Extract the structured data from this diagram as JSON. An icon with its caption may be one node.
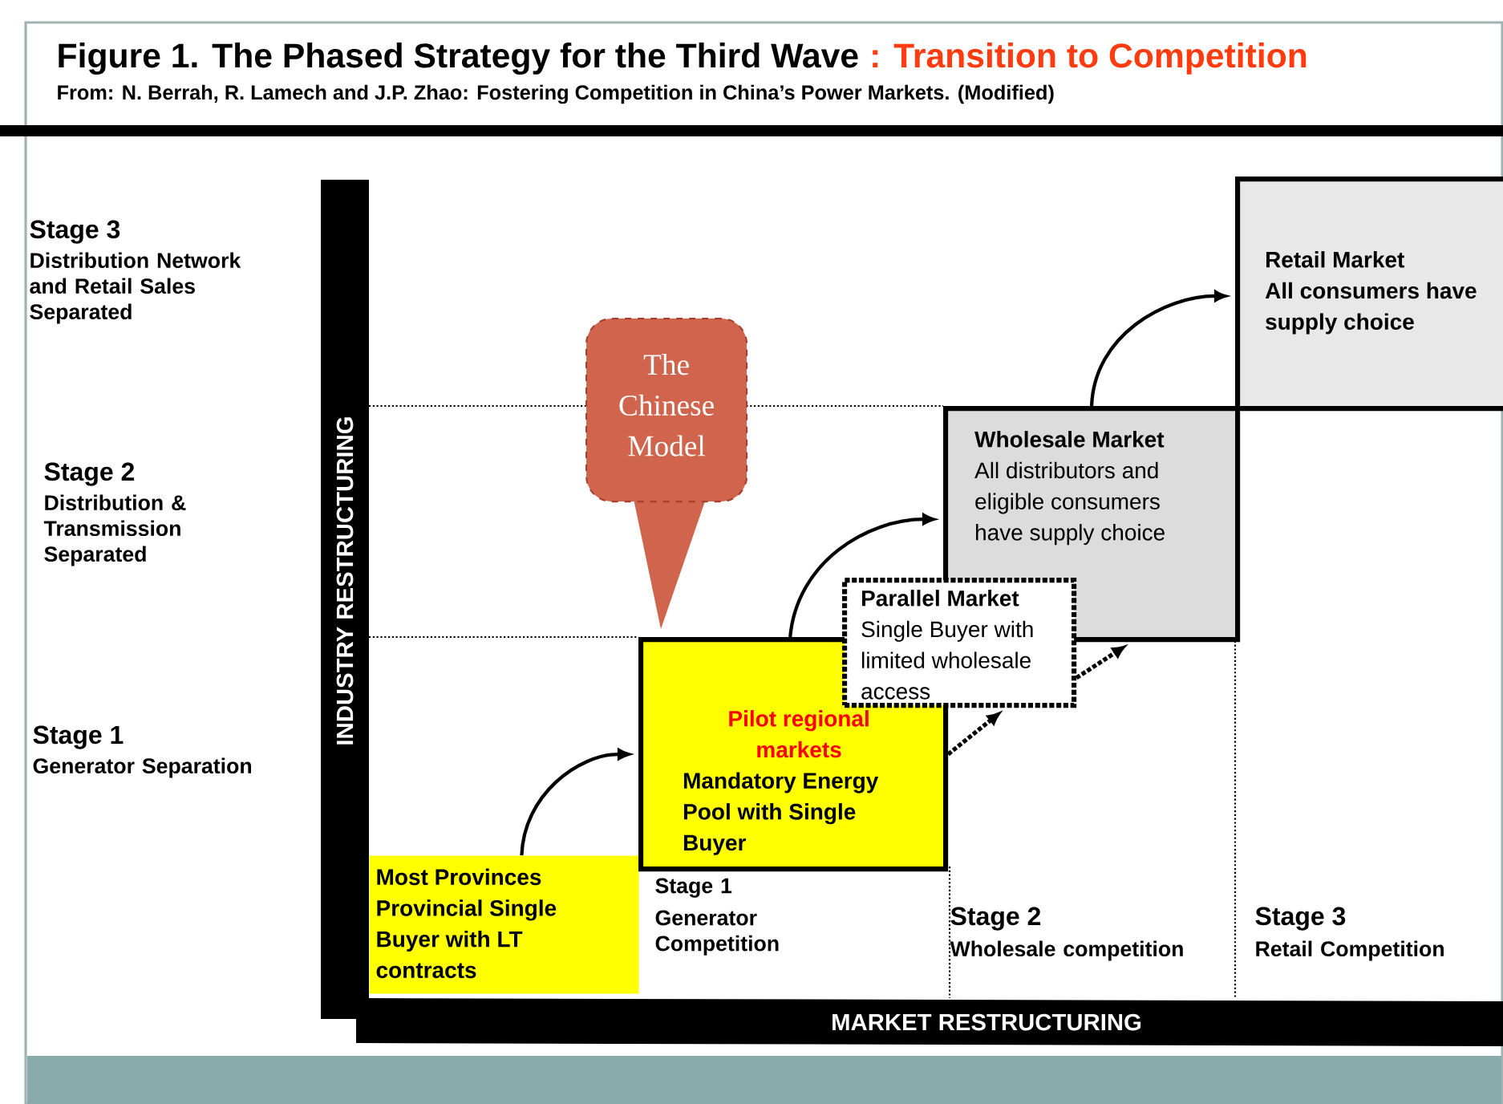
{
  "diagram": {
    "title": "Figure 1. The Phased Strategy for the Third Wave",
    "nodes": [
      {
        "text": [
          "Most Provinces Provincial Single Buyer with LT contracts"
        ]
      },
      {
        "text": [
          "Pilot regional markets",
          "Mandatory Energy Pool with Single Buyer"
        ]
      },
      {
        "text": [
          "Wholesale Market",
          "All distributors and eligible consumers have supply choice"
        ]
      },
      {
        "text": [
          "Retail Market",
          "All consumers have supply choice"
        ]
      },
      {
        "text": [
          "Parallel Market",
          "Single Buyer with limited wholesale access"
        ]
      },
      {
        "text": [
          "The Chinese Model"
        ]
      }
    ],
    "edges": [
      {
        "from": 0,
        "to": 1,
        "arrow": "to"
      },
      {
        "from": 1,
        "to": 2,
        "arrow": "to"
      },
      {
        "from": 2,
        "to": 3,
        "arrow": "to"
      },
      {
        "from": 1,
        "to": 4,
        "arrow": "to",
        "style": "dashed"
      },
      {
        "from": 4,
        "to": 2,
        "arrow": "to",
        "style": "dashed"
      }
    ],
    "labels": [
      ": Transition to Competition",
      "From: N. Berrah, R. Lamech and J.P. Zhao: Fostering Competition in China’s Power Markets. (Modified)",
      "Stage 3",
      "Distribution Network and Retail Sales Separated",
      "Stage 2",
      "Distribution & Transmission Separated",
      "INDUSTRY RESTRUCTURING",
      "Stage 1",
      "Generator Separation",
      "Stage 1",
      "Generator Competition",
      "Stage 2",
      "Wholesale competition",
      "Stage 3",
      "Retail Competition",
      "MARKET RESTRUCTURING"
    ]
  }
}
